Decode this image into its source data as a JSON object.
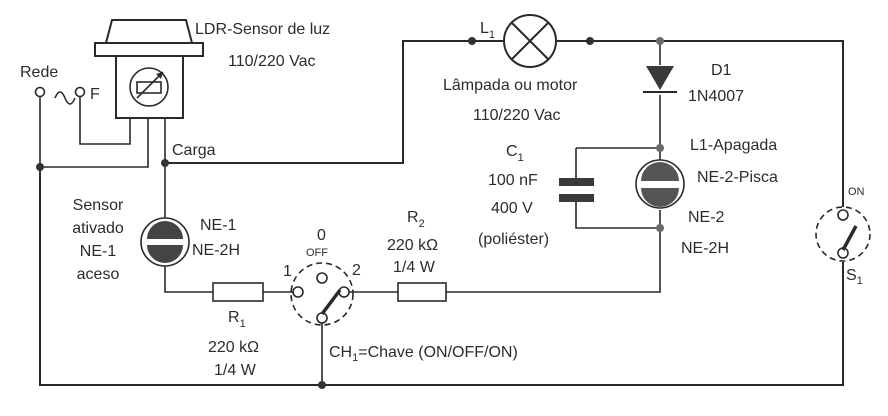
{
  "diagram": {
    "title": "Circuito com sensor LDR, lâmpada piloto e neon",
    "colors": {
      "ink": "#2a2a2a",
      "neon_fill": "#555555",
      "background": "#ffffff"
    },
    "ldr": {
      "label": "LDR-Sensor de luz",
      "voltage": "110/220 Vac",
      "icon": "photoresistor-icon"
    },
    "mains": {
      "label": "Rede",
      "phase_label": "F",
      "symbol": "~"
    },
    "carga_label": "Carga",
    "lamp": {
      "ref": "L",
      "ref_sub": "1",
      "label": "Lâmpada ou motor",
      "voltage": "110/220 Vac",
      "icon": "lamp-icon"
    },
    "diode": {
      "ref": "D1",
      "part": "1N4007",
      "icon": "diode-icon"
    },
    "state_label": "L1-Apagada",
    "capacitor": {
      "ref": "C",
      "ref_sub": "1",
      "value": "100 nF",
      "voltage": "400 V",
      "type": "(poliéster)",
      "icon": "capacitor-icon"
    },
    "neon2": {
      "label_top": "NE-2-Pisca",
      "ref": "NE-2",
      "part": "NE-2H",
      "icon": "neon-lamp-icon"
    },
    "neon1": {
      "ref": "NE-1",
      "part": "NE-2H",
      "caption": [
        "Sensor",
        "ativado",
        "NE-1",
        "aceso"
      ],
      "icon": "neon-lamp-icon"
    },
    "r1": {
      "ref": "R",
      "ref_sub": "1",
      "value": "220 kΩ",
      "power": "1/4 W",
      "icon": "resistor-icon"
    },
    "r2": {
      "ref": "R",
      "ref_sub": "2",
      "value": "220 kΩ",
      "power": "1/4 W",
      "icon": "resistor-icon"
    },
    "ch1": {
      "pos_center": "0",
      "off_label": "OFF",
      "pos_left": "1",
      "pos_right": "2",
      "ref": "CH",
      "ref_sub": "1",
      "desc": "=Chave (ON/OFF/ON)",
      "icon": "rotary-switch-icon"
    },
    "s1": {
      "on_label": "ON",
      "ref": "S",
      "ref_sub": "1",
      "icon": "switch-icon"
    }
  }
}
